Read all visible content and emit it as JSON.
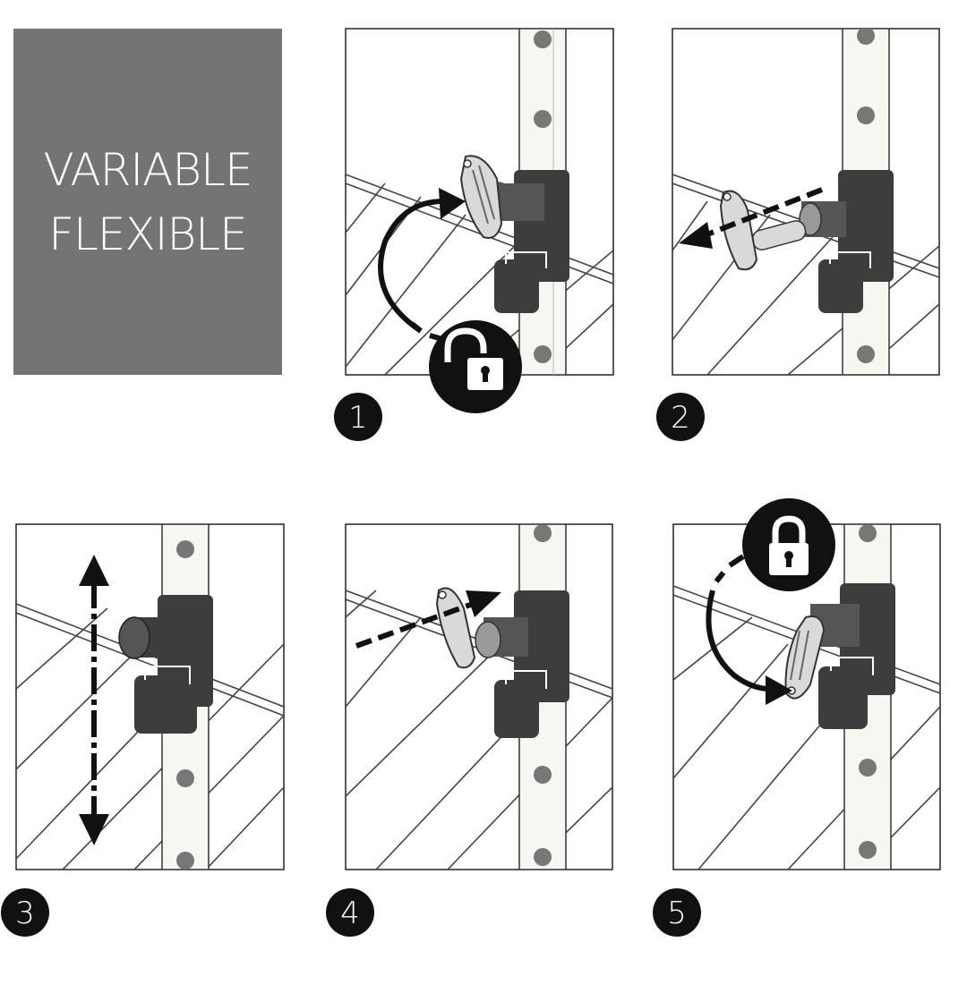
{
  "heading": {
    "line1": "VARIABLE",
    "line2": "FLEXIBLE"
  },
  "steps": [
    {
      "number": "1",
      "badge_icon": "unlock-icon",
      "arrow": "curved-arrow-open",
      "part": "lock-knob"
    },
    {
      "number": "2",
      "badge_icon": null,
      "arrow": "pull-out-arrow",
      "part": "lock-knob"
    },
    {
      "number": "3",
      "badge_icon": null,
      "arrow": "vertical-adjust-arrow",
      "part": "bracket"
    },
    {
      "number": "4",
      "badge_icon": null,
      "arrow": "push-in-arrow",
      "part": "lock-knob"
    },
    {
      "number": "5",
      "badge_icon": "lock-icon",
      "arrow": "curved-arrow-close",
      "part": "lock-knob"
    }
  ],
  "colors": {
    "title_background": "#747474",
    "title_text": "#ffffff",
    "badge": "#111111",
    "badge_text": "#ffffff",
    "pole": "#f7f7f2",
    "pole_hole": "#777777",
    "bracket": "#3d3d3d",
    "knob": "#d9d9d9",
    "line": "#333333"
  }
}
